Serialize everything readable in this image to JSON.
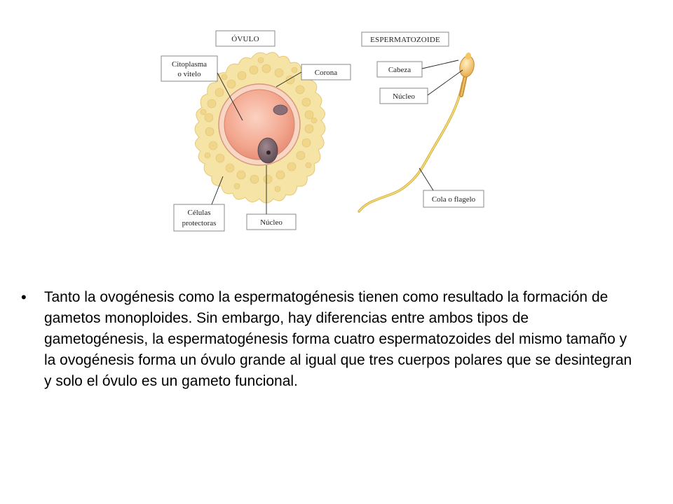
{
  "ovulo": {
    "title": "ÓVULO",
    "labels": {
      "citoplasma_1": "Citoplasma",
      "citoplasma_2": "o vitelo",
      "corona": "Corona",
      "celulas_1": "Células",
      "celulas_2": "protectoras",
      "nucleo": "Núcleo"
    }
  },
  "espermatozoide": {
    "title": "ESPERMATOZOIDE",
    "labels": {
      "cabeza": "Cabeza",
      "nucleo": "Núcleo",
      "cola": "Cola o flagelo"
    }
  },
  "text": {
    "bullet": "•",
    "body": "Tanto la ovogénesis como la espermatogénesis tienen como resultado la formación de gametos monoploides.  Sin embargo, hay diferencias entre ambos tipos de gametogénesis, la espermatogénesis forma cuatro espermatozoides del mismo tamaño y la ovogénesis forma un óvulo grande al igual que tres cuerpos polares que se desintegran y solo el óvulo es un gameto funcional."
  },
  "colors": {
    "corona": "#f6e3a6",
    "corona_cells": "#f0d68a",
    "cytoplasm": "#f2a48c",
    "nucleus": "#7d6770",
    "sperm_tail": "#e8c24a"
  }
}
